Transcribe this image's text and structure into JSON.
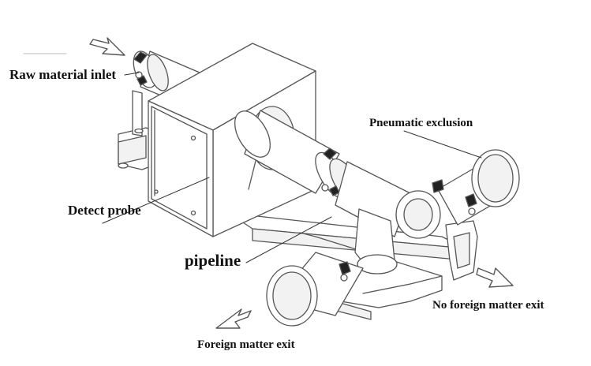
{
  "labels": {
    "raw_material_inlet": "Raw material inlet",
    "pneumatic_exclusion": "Pneumatic exclusion",
    "detect_probe": "Detect probe",
    "pipeline": "pipeline",
    "no_foreign_matter_exit": "No foreign matter exit",
    "foreign_matter_exit": "Foreign matter exit"
  },
  "colors": {
    "line": "#555555",
    "fill": "#ffffff",
    "shade": "#f2f2f2",
    "dark": "#222222"
  }
}
